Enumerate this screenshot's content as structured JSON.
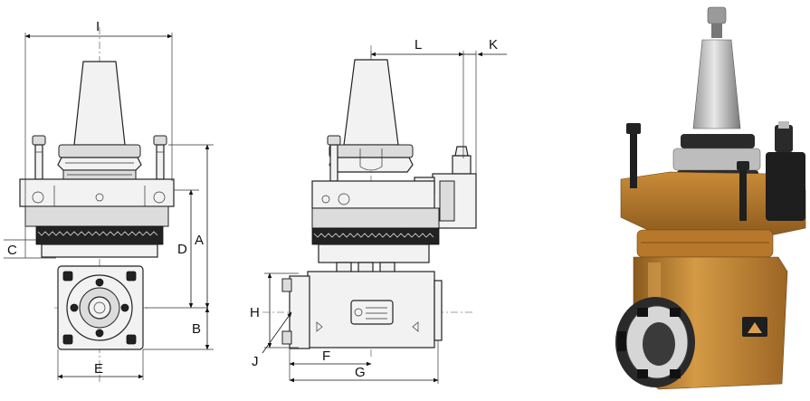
{
  "dimension_labels": {
    "I": "I",
    "C": "C",
    "D": "D",
    "A": "A",
    "B": "B",
    "E": "E",
    "L": "L",
    "K": "K",
    "H": "H",
    "J": "J",
    "F": "F",
    "G": "G"
  },
  "colors": {
    "line": "#222222",
    "housing_photo": "#c8852f",
    "holder_photo": "#b8b8b8"
  }
}
